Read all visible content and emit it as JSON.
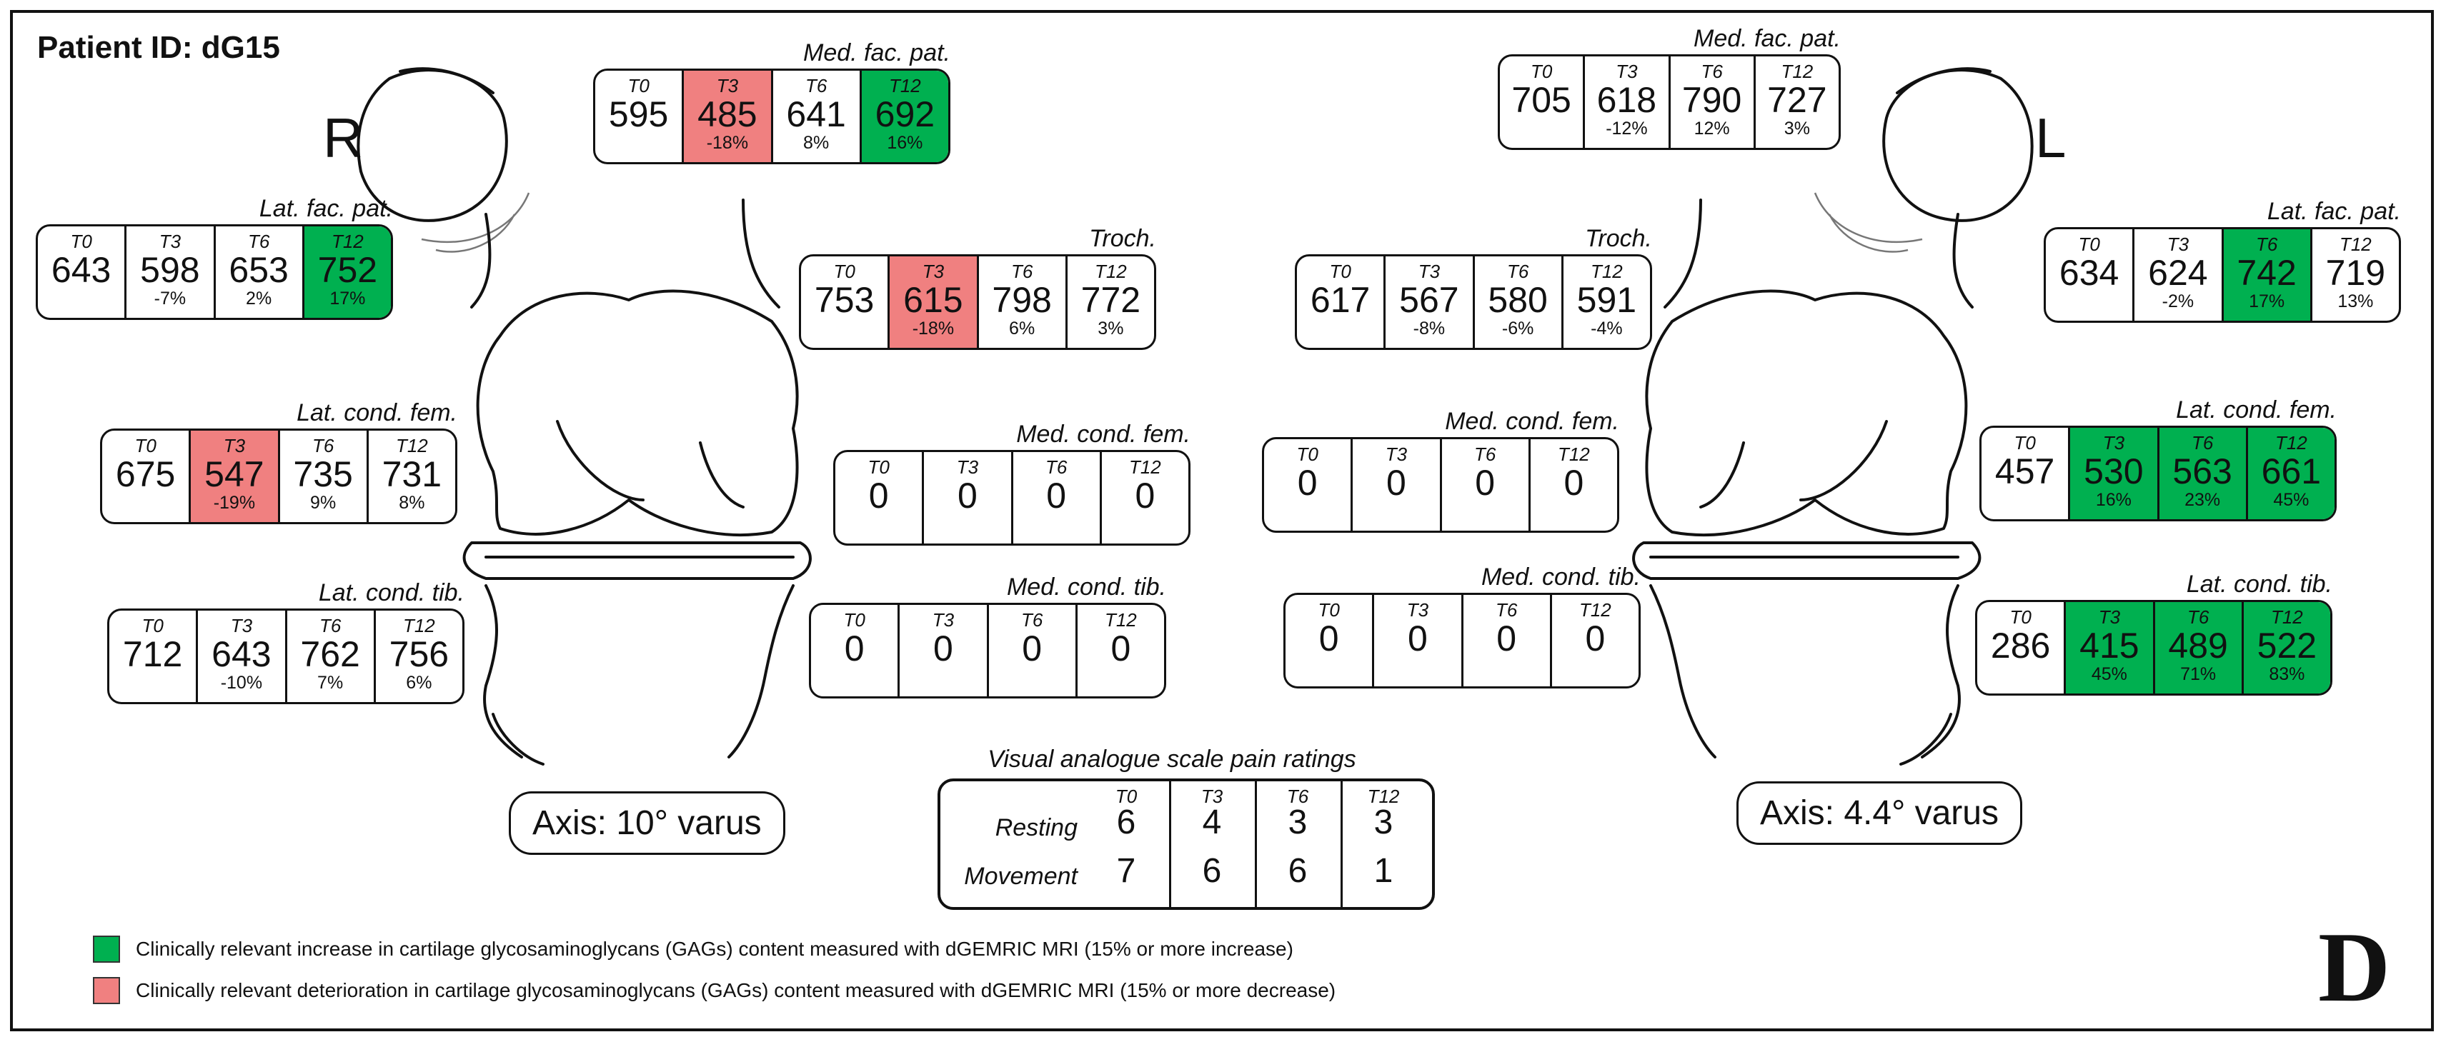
{
  "patient_id": "Patient ID: dG15",
  "right_side_label": "R",
  "left_side_label": "L",
  "axis_right": "Axis: 10° varus",
  "axis_left": "Axis: 4.4° varus",
  "corner_letter": "D",
  "timepoints": [
    "T0",
    "T3",
    "T6",
    "T12"
  ],
  "colors": {
    "increase": "#00b050",
    "decrease": "#f08080"
  },
  "regions": {
    "r_med_fac_pat": {
      "title": "Med. fac. pat.",
      "values": [
        "595",
        "485",
        "641",
        "692"
      ],
      "changes": [
        "",
        "-18%",
        "8%",
        "16%"
      ],
      "highlight": [
        "",
        "red",
        "",
        "green"
      ]
    },
    "r_lat_fac_pat": {
      "title": "Lat. fac. pat.",
      "values": [
        "643",
        "598",
        "653",
        "752"
      ],
      "changes": [
        "",
        "-7%",
        "2%",
        "17%"
      ],
      "highlight": [
        "",
        "",
        "",
        "green"
      ]
    },
    "r_troch": {
      "title": "Troch.",
      "values": [
        "753",
        "615",
        "798",
        "772"
      ],
      "changes": [
        "",
        "-18%",
        "6%",
        "3%"
      ],
      "highlight": [
        "",
        "red",
        "",
        ""
      ]
    },
    "r_lat_cond_fem": {
      "title": "Lat. cond. fem.",
      "values": [
        "675",
        "547",
        "735",
        "731"
      ],
      "changes": [
        "",
        "-19%",
        "9%",
        "8%"
      ],
      "highlight": [
        "",
        "red",
        "",
        ""
      ]
    },
    "r_med_cond_fem": {
      "title": "Med. cond. fem.",
      "values": [
        "0",
        "0",
        "0",
        "0"
      ],
      "changes": [
        "",
        "",
        "",
        ""
      ],
      "highlight": [
        "",
        "",
        "",
        ""
      ]
    },
    "r_lat_cond_tib": {
      "title": "Lat. cond. tib.",
      "values": [
        "712",
        "643",
        "762",
        "756"
      ],
      "changes": [
        "",
        "-10%",
        "7%",
        "6%"
      ],
      "highlight": [
        "",
        "",
        "",
        ""
      ]
    },
    "r_med_cond_tib": {
      "title": "Med. cond. tib.",
      "values": [
        "0",
        "0",
        "0",
        "0"
      ],
      "changes": [
        "",
        "",
        "",
        ""
      ],
      "highlight": [
        "",
        "",
        "",
        ""
      ]
    },
    "l_med_fac_pat": {
      "title": "Med. fac. pat.",
      "values": [
        "705",
        "618",
        "790",
        "727"
      ],
      "changes": [
        "",
        "-12%",
        "12%",
        "3%"
      ],
      "highlight": [
        "",
        "",
        "",
        ""
      ]
    },
    "l_lat_fac_pat": {
      "title": "Lat. fac. pat.",
      "values": [
        "634",
        "624",
        "742",
        "719"
      ],
      "changes": [
        "",
        "-2%",
        "17%",
        "13%"
      ],
      "highlight": [
        "",
        "",
        "green",
        ""
      ]
    },
    "l_troch": {
      "title": "Troch.",
      "values": [
        "617",
        "567",
        "580",
        "591"
      ],
      "changes": [
        "",
        "-8%",
        "-6%",
        "-4%"
      ],
      "highlight": [
        "",
        "",
        "",
        ""
      ]
    },
    "l_med_cond_fem": {
      "title": "Med. cond. fem.",
      "values": [
        "0",
        "0",
        "0",
        "0"
      ],
      "changes": [
        "",
        "",
        "",
        ""
      ],
      "highlight": [
        "",
        "",
        "",
        ""
      ]
    },
    "l_lat_cond_fem": {
      "title": "Lat. cond. fem.",
      "values": [
        "457",
        "530",
        "563",
        "661"
      ],
      "changes": [
        "",
        "16%",
        "23%",
        "45%"
      ],
      "highlight": [
        "",
        "green",
        "green",
        "green"
      ]
    },
    "l_med_cond_tib": {
      "title": "Med. cond. tib.",
      "values": [
        "0",
        "0",
        "0",
        "0"
      ],
      "changes": [
        "",
        "",
        "",
        ""
      ],
      "highlight": [
        "",
        "",
        "",
        ""
      ]
    },
    "l_lat_cond_tib": {
      "title": "Lat. cond. tib.",
      "values": [
        "286",
        "415",
        "489",
        "522"
      ],
      "changes": [
        "",
        "45%",
        "71%",
        "83%"
      ],
      "highlight": [
        "",
        "green",
        "green",
        "green"
      ]
    }
  },
  "vas": {
    "title": "Visual analogue scale pain ratings",
    "rows": [
      {
        "label": "Resting",
        "values": [
          "6",
          "4",
          "3",
          "3"
        ]
      },
      {
        "label": "Movement",
        "values": [
          "7",
          "6",
          "6",
          "1"
        ]
      }
    ]
  },
  "legend": {
    "increase": "Clinically relevant  increase in cartilage glycosaminoglycans (GAGs) content measured with dGEMRIC MRI (15% or more increase)",
    "decrease": "Clinically relevant deterioration in cartilage glycosaminoglycans (GAGs) content measured with dGEMRIC MRI  (15% or more decrease)"
  }
}
